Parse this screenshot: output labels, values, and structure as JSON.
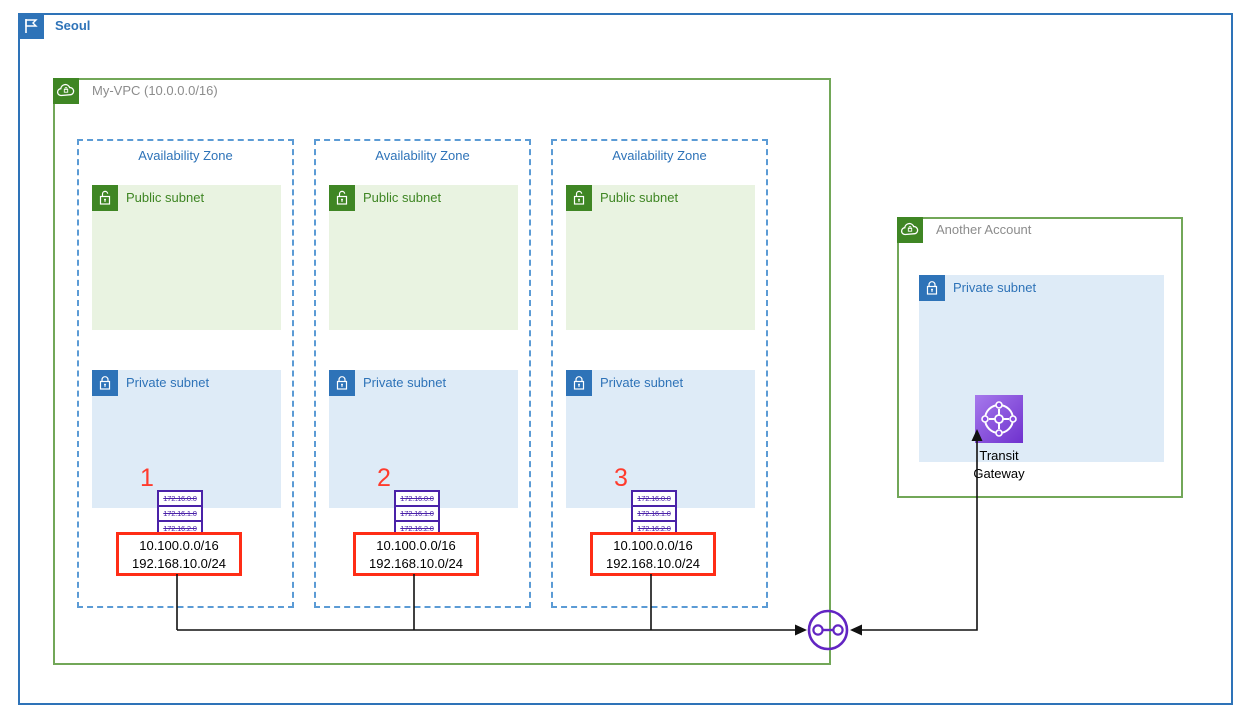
{
  "region": {
    "title": "Seoul"
  },
  "vpc": {
    "title": "My-VPC (10.0.0.0/16)"
  },
  "azs": [
    {
      "label": "Availability Zone",
      "public_label": "Public subnet",
      "private_label": "Private subnet",
      "number": "1",
      "cidrs": [
        "172.16.0.0",
        "172.16.1.0",
        "172.16.2.0"
      ],
      "routes": [
        "10.100.0.0/16",
        "192.168.10.0/24"
      ]
    },
    {
      "label": "Availability Zone",
      "public_label": "Public subnet",
      "private_label": "Private subnet",
      "number": "2",
      "cidrs": [
        "172.16.0.0",
        "172.16.1.0",
        "172.16.2.0"
      ],
      "routes": [
        "10.100.0.0/16",
        "192.168.10.0/24"
      ]
    },
    {
      "label": "Availability Zone",
      "public_label": "Public subnet",
      "private_label": "Private subnet",
      "number": "3",
      "cidrs": [
        "172.16.0.0",
        "172.16.1.0",
        "172.16.2.0"
      ],
      "routes": [
        "10.100.0.0/16",
        "192.168.10.0/24"
      ]
    }
  ],
  "another_account": {
    "title": "Another Account",
    "private_label": "Private subnet",
    "tgw_label_line1": "Transit",
    "tgw_label_line2": "Gateway"
  },
  "icons": {
    "region": "flag-icon",
    "vpc": "vpc-cloud-lock-icon",
    "public_subnet": "lock-open-icon",
    "private_subnet": "lock-closed-icon",
    "transit_gateway": "transit-gateway-icon",
    "attachment": "tgw-attachment-icon"
  },
  "colors": {
    "region_blue": "#2E73B8",
    "vpc_icon_green": "#3F8624",
    "group_border_green": "#72A758",
    "az_dash_blue": "#5B9BD5",
    "public_subnet_bg": "#E9F3E1",
    "private_subnet_bg": "#DEEBF7",
    "route_alert_red": "#FF2D16",
    "az_number_red": "#FF3B2D",
    "cidr_purple": "#4A22A8",
    "tgw_purple_dark": "#6F31CE",
    "tgw_purple_light": "#A679EC",
    "attachment_purple": "#6225C2"
  }
}
